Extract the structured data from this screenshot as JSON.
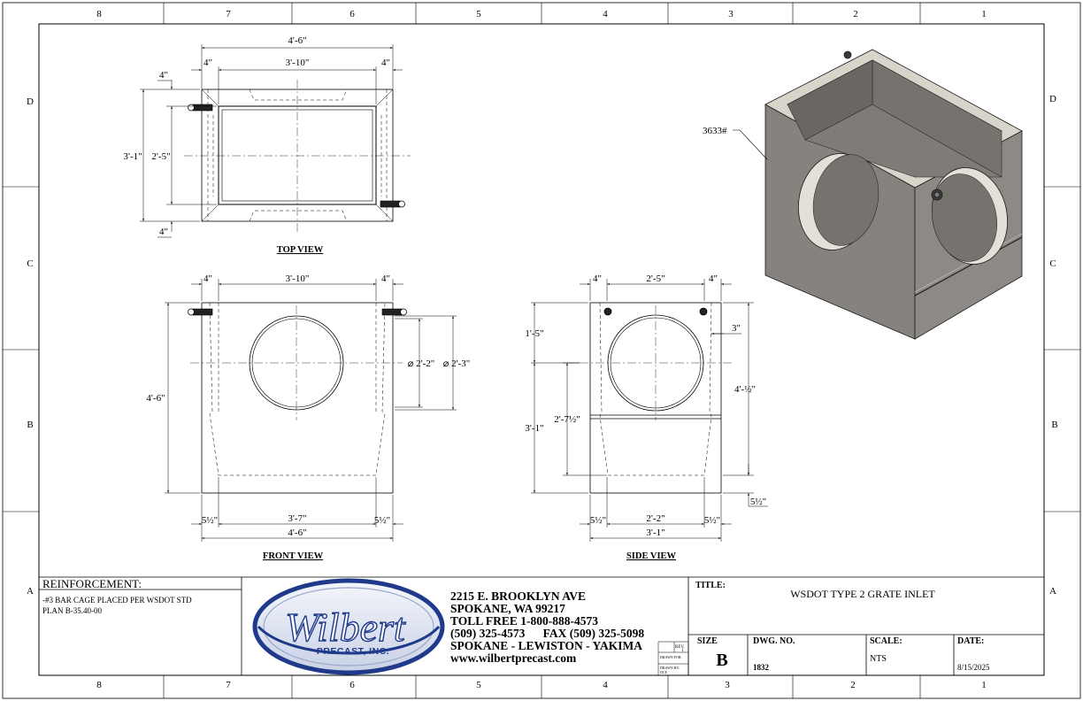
{
  "border": {
    "columns_top": [
      "8",
      "7",
      "6",
      "5",
      "4",
      "3",
      "2",
      "1"
    ],
    "columns_bottom": [
      "8",
      "7",
      "6",
      "5",
      "4",
      "3",
      "2",
      "1"
    ],
    "rows_left": [
      "D",
      "C",
      "B",
      "A"
    ],
    "rows_right": [
      "D",
      "C",
      "B",
      "A"
    ]
  },
  "views": {
    "top": {
      "caption": "TOP VIEW",
      "dims": {
        "overall_width": "4'-6\"",
        "inner_width": "3'-10\"",
        "wall_left": "4\"",
        "wall_right": "4\"",
        "wall_top": "4\"",
        "wall_bottom": "4\"",
        "overall_depth": "3'-1\"",
        "inner_depth": "2'-5\""
      }
    },
    "front": {
      "caption": "FRONT VIEW",
      "dims": {
        "wall_left": "4\"",
        "inner_width": "3'-10\"",
        "wall_right": "4\"",
        "height": "4'-6\"",
        "hole_inner": "⌀ 2'-2\"",
        "hole_outer": "⌀ 2'-3\"",
        "bottom_left": "5½\"",
        "bottom_inner": "3'-7\"",
        "bottom_right": "5½\"",
        "bottom_overall": "4'-6\""
      }
    },
    "side": {
      "caption": "SIDE VIEW",
      "dims": {
        "wall_left": "4\"",
        "inner_width": "2'-5\"",
        "wall_right": "4\"",
        "top_to_center": "1'-5\"",
        "center_to_base": "3'-1\"",
        "inner_height": "2'-7½\"",
        "overall_height": "4'-½\"",
        "lip": "3\"",
        "base_thickness": "5½\"",
        "bottom_left": "5½\"",
        "bottom_inner": "2'-2\"",
        "bottom_right": "5½\"",
        "bottom_overall": "3'-1\""
      }
    },
    "iso": {
      "weight_callout": "3633#"
    }
  },
  "title_block": {
    "reinforcement_heading": "REINFORCEMENT:",
    "reinforcement_line1": "-#3 BAR CAGE PLACED PER WSDOT STD",
    "reinforcement_line2": "PLAN B-35.40-00",
    "logo_name": "Wilbert",
    "logo_sub": "PRECAST, INC.",
    "address": [
      "2215 E. BROOKLYN AVE",
      "SPOKANE, WA 99217",
      "TOLL FREE 1-800-888-4573",
      "(509) 325-4573      FAX (509) 325-5098",
      "SPOKANE - LEWISTON - YAKIMA",
      "www.wilbertprecast.com"
    ],
    "rev_label": "REV.",
    "rev_value": "1",
    "drawn_for_label": "DRAWN FOR:",
    "drawn_by_label": "DRAWN BY:",
    "drawn_by_value": "DCE",
    "title_label": "TITLE:",
    "title_value": "WSDOT TYPE 2 GRATE INLET",
    "size_label": "SIZE",
    "size_value": "B",
    "dwg_label": "DWG.  NO.",
    "dwg_value": "1832",
    "scale_label": "SCALE:",
    "scale_value": "NTS",
    "date_label": "DATE:",
    "date_value": "8/15/2025"
  },
  "colors": {
    "line": "#000000",
    "concrete": "#8a8782",
    "concrete_light": "#a7a39d",
    "concrete_top": "#ddd8cf",
    "logo_blue": "#1f3a8a"
  }
}
